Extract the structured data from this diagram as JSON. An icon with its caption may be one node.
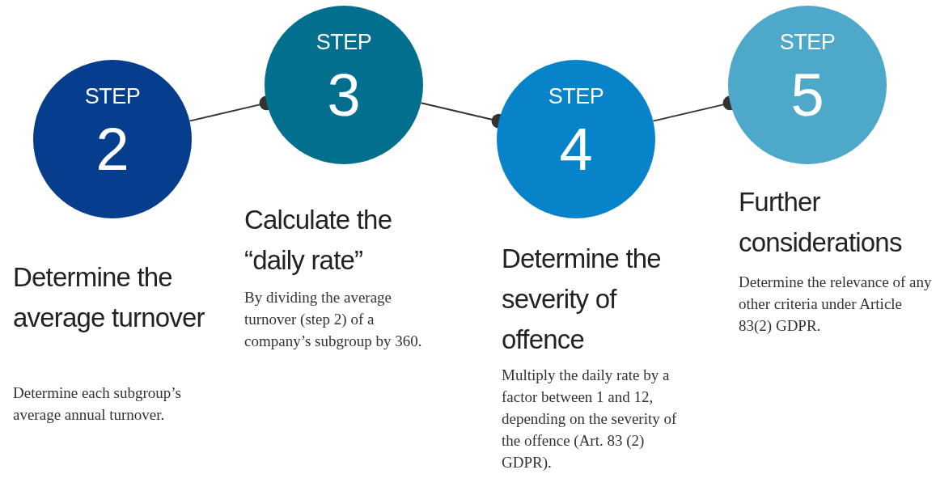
{
  "diagram": {
    "nodes": [
      {
        "text": [
          "STEP",
          "2"
        ],
        "beside": [
          "Determine the average turnover",
          "Determine each subgroup’s average annual turnover."
        ]
      },
      {
        "text": [
          "STEP",
          "3"
        ],
        "beside": [
          "Calculate the “daily rate”",
          "By dividing the average turnover (step 2) of a company’s subgroup by 360."
        ]
      },
      {
        "text": [
          "STEP",
          "4"
        ],
        "beside": [
          "Determine the severity of offence",
          "Multiply the daily rate by a factor between 1 and 12, depending on the severity of the offence (Art. 83 (2) GDPR)."
        ]
      },
      {
        "text": [
          "STEP",
          "5"
        ],
        "beside": [
          "Further considerations",
          "Determine the relevance of any other criteria under Article 83(2) GDPR."
        ]
      }
    ],
    "edges": [
      {
        "from": 0,
        "to": 1,
        "arrow": "other"
      },
      {
        "from": 1,
        "to": 2,
        "arrow": "other"
      },
      {
        "from": 2,
        "to": 3,
        "arrow": "other"
      }
    ]
  }
}
